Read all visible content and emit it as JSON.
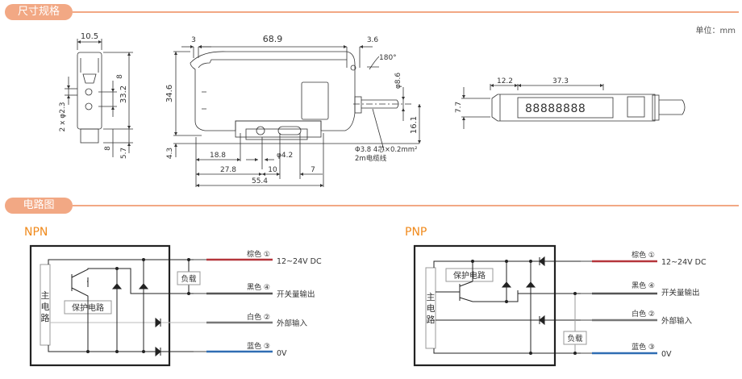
{
  "sections": {
    "dimensions": {
      "title": "尺寸规格",
      "unit": "单位：mm"
    },
    "circuit": {
      "title": "电路图"
    }
  },
  "colors": {
    "accent": "#f2a884",
    "circuit_title": "#f08a1c",
    "wire_brown": "#b5353b",
    "wire_black": "#555555",
    "wire_white": "#999999",
    "wire_blue": "#2f6db3"
  },
  "side_view": {
    "width": "10.5",
    "hole_spacing": "8",
    "height": "33.2",
    "holes": "2 x φ2.3",
    "bottom_offset": "8",
    "bottom_height": "5.7"
  },
  "front_view": {
    "top_left": "3",
    "length": "68.9",
    "top_right": "3.6",
    "rotation": "180°",
    "height": "34.6",
    "cable_dia": "φ8.6",
    "cable_height": "16.1",
    "rail_height": "4.3",
    "dim_18_8": "18.8",
    "hole_dia": "φ4.2",
    "dim_27_8": "27.8",
    "dim_10": "10",
    "dim_7": "7",
    "dim_55_4": "55.4",
    "cable_spec_1": "Φ3.8  4芯×0.2mm²",
    "cable_spec_2": "2m电缆线"
  },
  "top_view": {
    "dim_12_2": "12.2",
    "dim_37_3": "37.3",
    "dim_7_7": "7.7",
    "display": "88888888"
  },
  "npn": {
    "title": "NPN",
    "main_circuit": [
      "主",
      "电",
      "路"
    ],
    "protection": "保护电路",
    "load": "负载",
    "wires": [
      {
        "color_label": "棕色 ①",
        "function": "12~24V DC"
      },
      {
        "color_label": "黑色 ④",
        "function": "开关量输出"
      },
      {
        "color_label": "白色 ②",
        "function": "外部输入"
      },
      {
        "color_label": "蓝色 ③",
        "function": "0V"
      }
    ]
  },
  "pnp": {
    "title": "PNP",
    "main_circuit": [
      "主",
      "电",
      "路"
    ],
    "protection": "保护电路",
    "load": "负载",
    "wires": [
      {
        "color_label": "棕色 ①",
        "function": "12~24V DC"
      },
      {
        "color_label": "黑色 ④",
        "function": "开关量输出"
      },
      {
        "color_label": "白色 ②",
        "function": "外部输入"
      },
      {
        "color_label": "蓝色 ③",
        "function": "0V"
      }
    ]
  }
}
